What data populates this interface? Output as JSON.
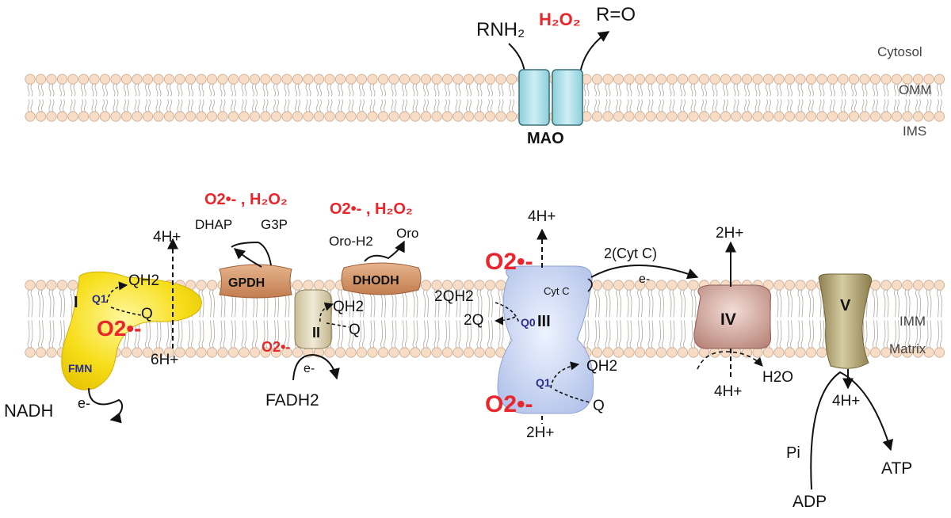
{
  "membrane_labels": {
    "cytosol": "Cytosol",
    "omm": "OMM",
    "ims": "IMS",
    "imm": "IMM",
    "matrix": "Matrix"
  },
  "mao": {
    "name": "MAO",
    "substrate": "RNH₂",
    "product": "R=O",
    "ros": "H₂O₂"
  },
  "complex_i": {
    "name": "I",
    "fmn": "FMN",
    "q_site": "Q1",
    "qh2": "QH2",
    "q": "Q",
    "superoxide": "O2•-",
    "nadh": "NADH",
    "electron": "e-",
    "protons_out": "4H+",
    "protons_in": "6H+"
  },
  "gpdh": {
    "name": "GPDH",
    "ros": "O2•- , H₂O₂",
    "dhap": "DHAP",
    "g3p": "G3P"
  },
  "complex_ii": {
    "name": "II",
    "qh2": "QH2",
    "q": "Q",
    "superoxide": "O2•-",
    "electron": "e-",
    "substrate": "FADH2"
  },
  "dhodh": {
    "name": "DHODH",
    "ros": "O2•- , H₂O₂",
    "substrate": "Oro-H2",
    "product": "Oro"
  },
  "complex_iii": {
    "name": "III",
    "cyt_c": "Cyt C",
    "q0": "Q0",
    "q1": "Q1",
    "qh2_in": "2QH2",
    "q_out": "2Q",
    "qh2": "QH2",
    "q": "Q",
    "superoxide_top": "O2•-",
    "superoxide_bottom": "O2•-",
    "protons_out": "4H+",
    "protons_in": "2H+"
  },
  "electron_transfer": {
    "carrier": "2(Cyt C)",
    "electron": "e-"
  },
  "complex_iv": {
    "name": "IV",
    "protons_out": "2H+",
    "protons_in": "4H+",
    "water": "H2O"
  },
  "complex_v": {
    "name": "V",
    "protons_in": "4H+",
    "pi": "Pi",
    "adp": "ADP",
    "atp": "ATP"
  },
  "colors": {
    "ros_red": "#e8262c",
    "site_blue": "#2a2f8c",
    "lipid_head": "#f7dcc6",
    "complex_i": "#f5d800",
    "mao": "#a8dde6",
    "complex_iii": "#c5d4f0",
    "complex_iv": "#c99a90",
    "complex_v": "#a39565",
    "gpdh_dhodh": "#d2956a",
    "complex_ii": "#ddd3b3"
  }
}
